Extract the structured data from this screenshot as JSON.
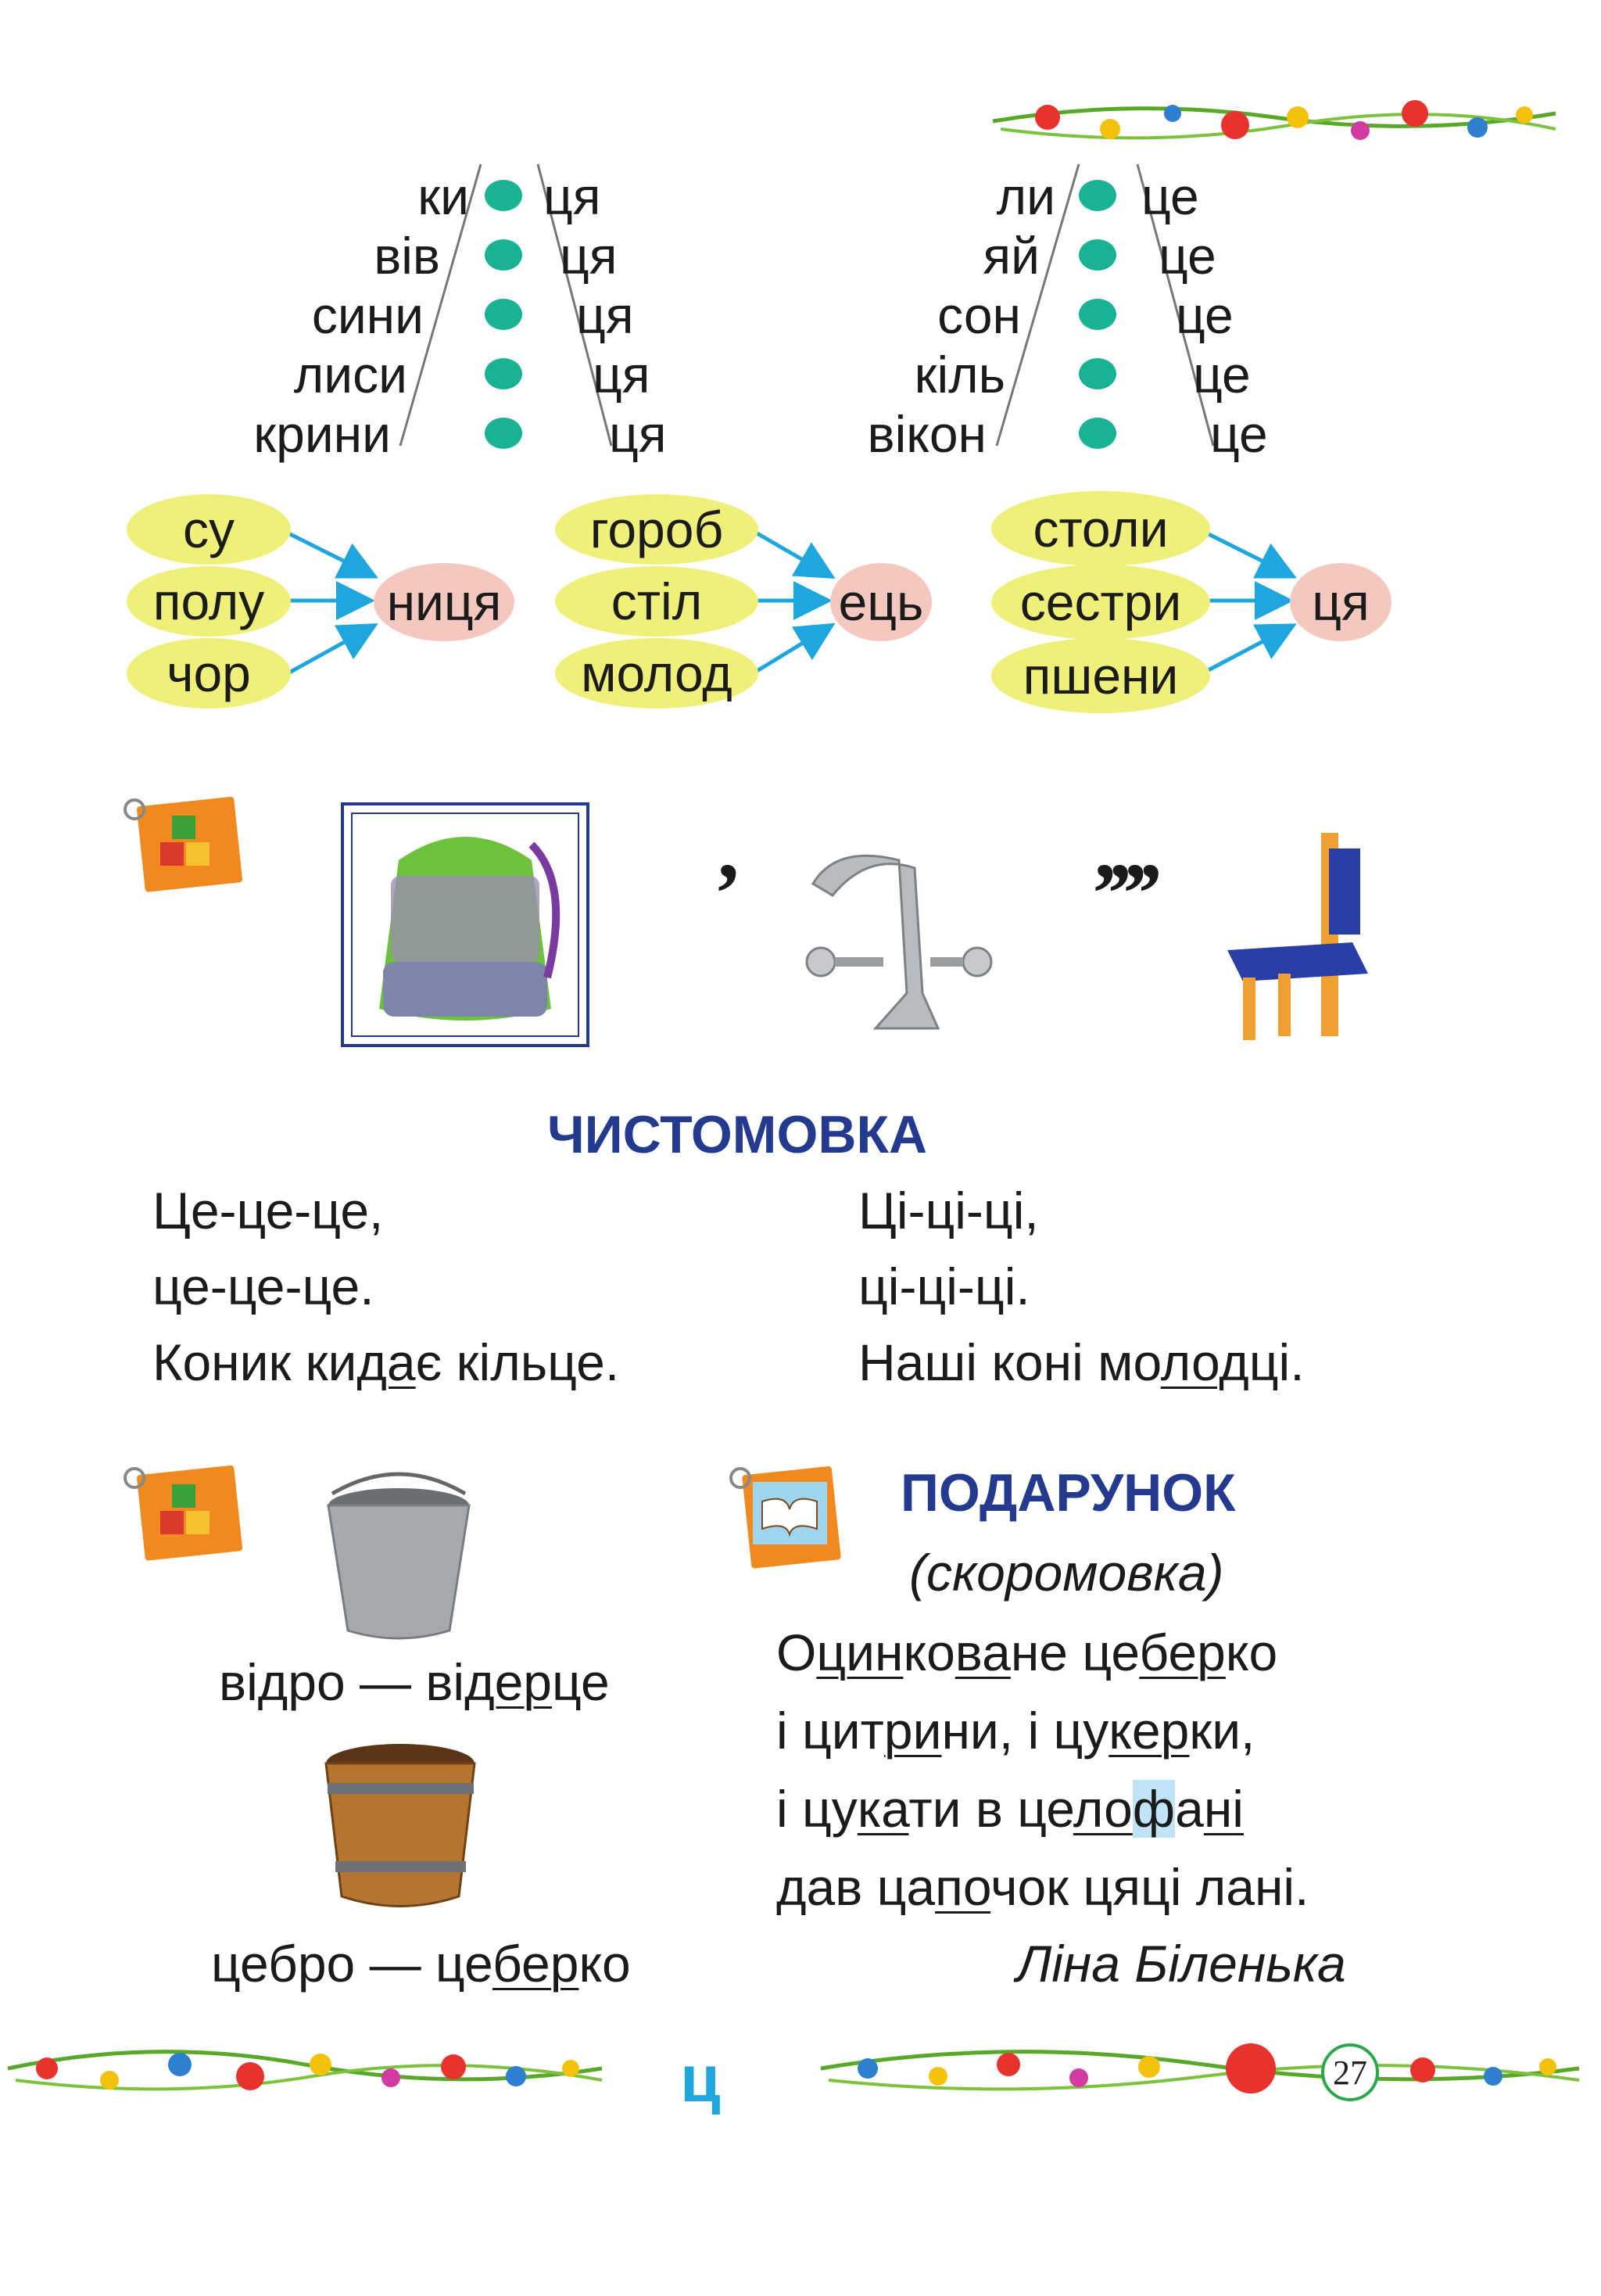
{
  "syllable_groups": [
    {
      "stems": [
        "ки",
        "вів",
        "сини",
        "лиси",
        "крини"
      ],
      "endings": [
        "ця",
        "ця",
        "ця",
        "ця",
        "ця"
      ]
    },
    {
      "stems": [
        "ли",
        "яй",
        "сон",
        "кіль",
        "вікон"
      ],
      "endings": [
        "це",
        "це",
        "це",
        "це",
        "це"
      ]
    }
  ],
  "suffix_groups": [
    {
      "roots": [
        "су",
        "полу",
        "чор"
      ],
      "suffix": "ниця"
    },
    {
      "roots": [
        "гороб",
        "стіл",
        "молод"
      ],
      "suffix": "ець"
    },
    {
      "roots": [
        "столи",
        "сестри",
        "пшени"
      ],
      "suffix": "ця"
    }
  ],
  "comma_marks": {
    "one": ",",
    "four": ",,,,"
  },
  "chystomovka": {
    "title": "ЧИСТОМОВКА",
    "left": {
      "l1": "Це-це-це,",
      "l2": "це-це-це.",
      "l3a": "Коник ки",
      "l3b": "да",
      "l3c": "є кільце."
    },
    "right": {
      "l1": "Ці-ці-ці,",
      "l2": "ці-ці-ці.",
      "l3a": "Наші коні мо",
      "l3b": "лод",
      "l3c": "ці."
    }
  },
  "buckets": {
    "w1a": "відро — ві",
    "w1b": "дер",
    "w1c": "це",
    "w2a": "цебро — це",
    "w2b": "бер",
    "w2c": "ко"
  },
  "poem": {
    "title": "ПОДАРУНОК",
    "subtitle": "(скоромовка)",
    "author": "Ліна Біленька",
    "l1": [
      "О",
      "цин",
      "ко",
      "ва",
      "не це",
      "бер",
      "ко"
    ],
    "l2": [
      "і цит",
      "ри",
      "ни, і цу",
      "кер",
      "ки,"
    ],
    "l3": [
      "і цу",
      "ка",
      "ти в це",
      "ло",
      "ф",
      "а",
      "ні"
    ],
    "l4": [
      "дав ца",
      "по",
      "чок цяці лані."
    ]
  },
  "footer": {
    "letter": "ц",
    "page": "27"
  },
  "colors": {
    "accent": "#233a8f",
    "teal": "#19b394",
    "yellow": "#eef07a",
    "pink": "#f5c8bf",
    "arrow": "#1fa6df"
  }
}
